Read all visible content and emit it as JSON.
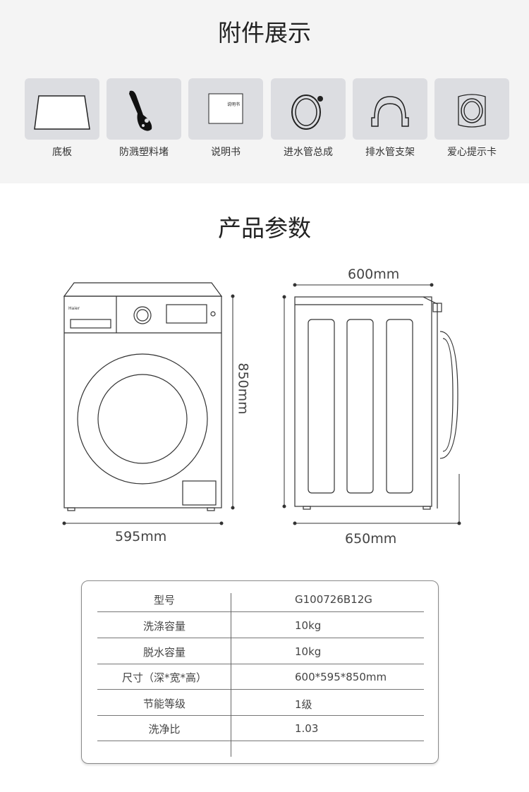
{
  "accessories": {
    "title": "附件展示",
    "items": [
      {
        "label": "底板",
        "icon": "base-plate-icon"
      },
      {
        "label": "防溅塑料堵",
        "icon": "splash-plug-icon"
      },
      {
        "label": "说明书",
        "icon": "manual-icon",
        "manual_text": "说明书"
      },
      {
        "label": "进水管总成",
        "icon": "inlet-hose-icon"
      },
      {
        "label": "排水管支架",
        "icon": "drain-bracket-icon"
      },
      {
        "label": "爱心提示卡",
        "icon": "tip-card-icon"
      }
    ]
  },
  "params": {
    "title": "产品参数",
    "drawing": {
      "brand": "Haier",
      "width": "595mm",
      "height": "850mm",
      "depth_body": "600mm",
      "depth_total": "650mm"
    },
    "table": [
      {
        "key": "型号",
        "value": "G100726B12G"
      },
      {
        "key": "洗涤容量",
        "value": "10kg"
      },
      {
        "key": "脱水容量",
        "value": "10kg"
      },
      {
        "key": "尺寸（深*宽*高）",
        "value": "600*595*850mm"
      },
      {
        "key": "节能等级",
        "value": "1级"
      },
      {
        "key": "洗净比",
        "value": "1.03"
      },
      {
        "key": "",
        "value": ""
      }
    ]
  }
}
